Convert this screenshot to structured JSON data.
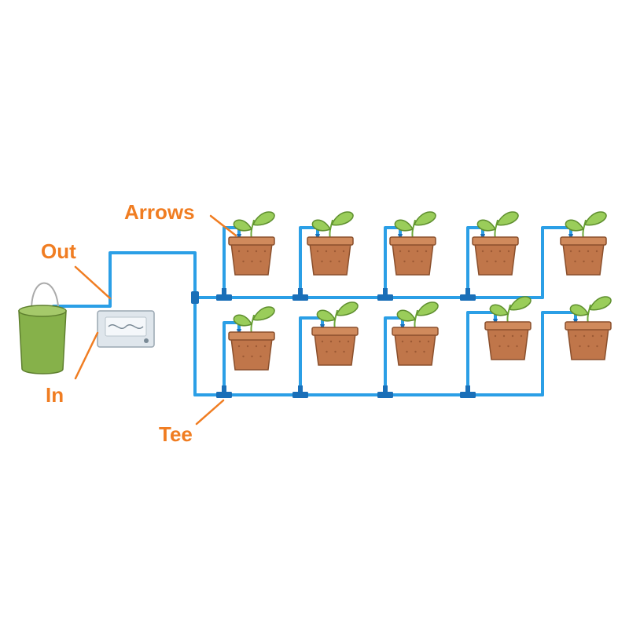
{
  "labels": {
    "arrows": "Arrows",
    "out": "Out",
    "in": "In",
    "tee": "Tee"
  },
  "pot_rows": [
    5,
    5
  ],
  "colors": {
    "pipe": "#2b9fe6",
    "fitting": "#1a6fb8",
    "label": "#f07d22",
    "pot": "#c0764a",
    "pot_rim": "#d08a5c",
    "leaf": "#9acd5a",
    "bucket": "#86b14a",
    "timer": "#dfe6ec"
  },
  "icons": {
    "bucket": "bucket-icon",
    "timer": "water-timer-icon",
    "plant": "potted-plant-icon",
    "tee": "tee-connector-icon",
    "arrow": "arrow-dripper-icon"
  }
}
